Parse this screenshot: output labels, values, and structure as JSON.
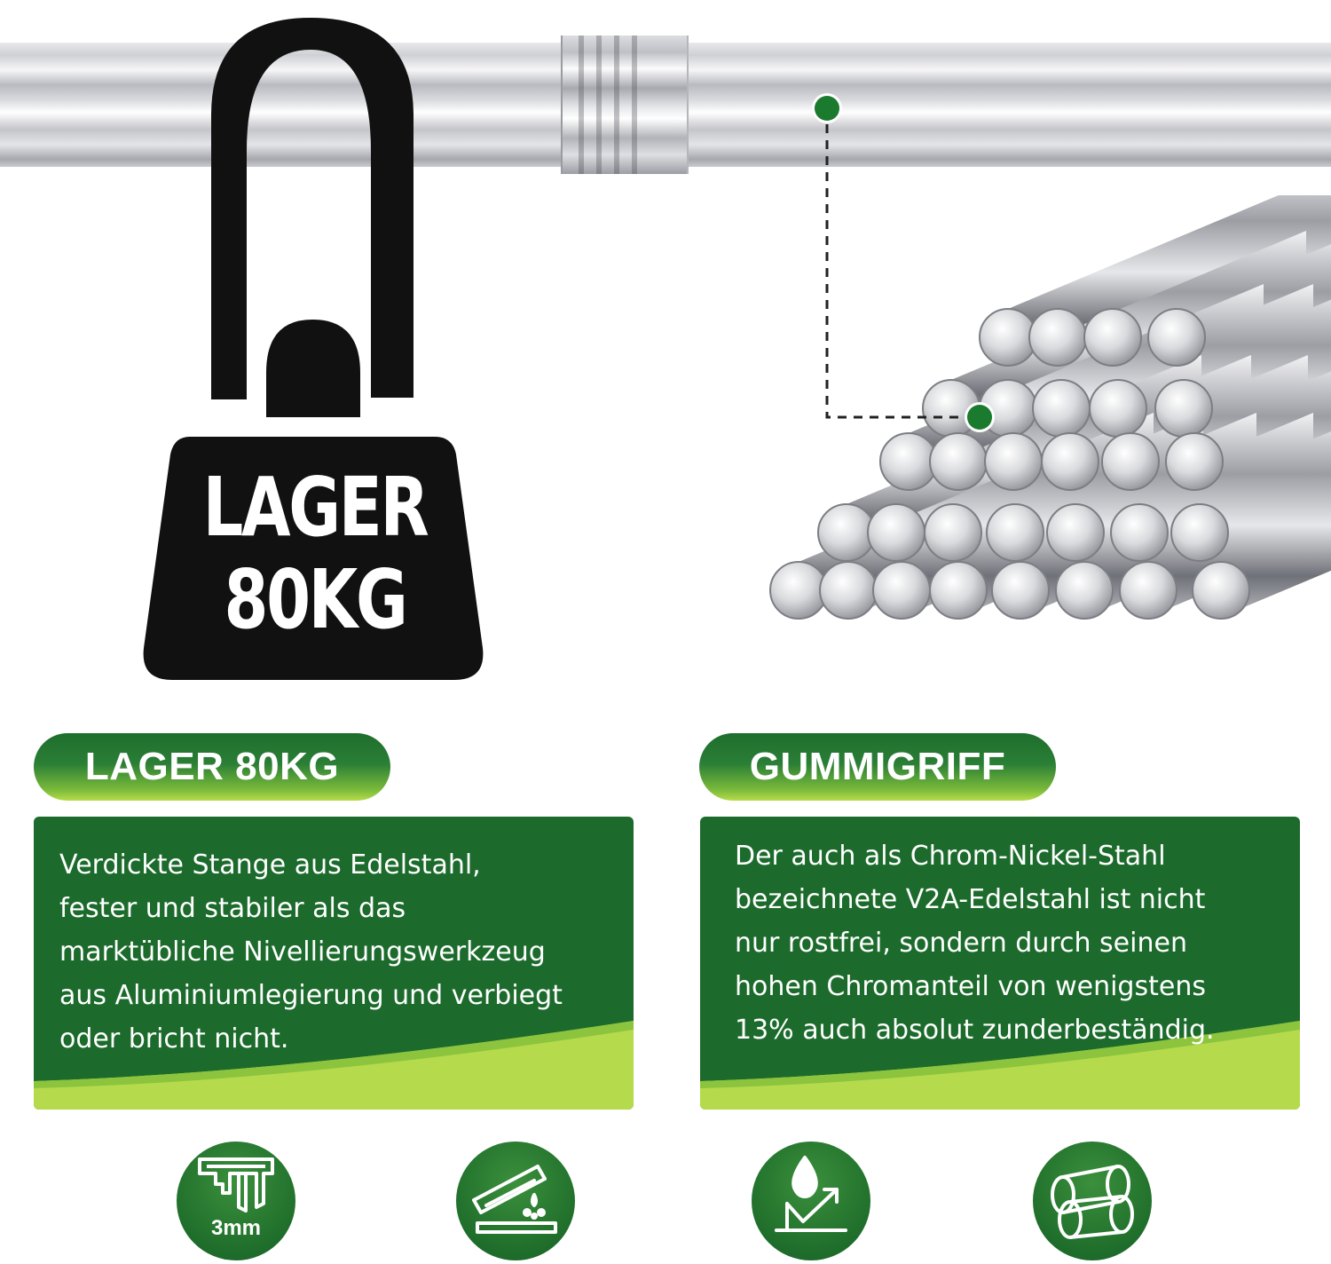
{
  "weight_badge": {
    "line1": "LAGER",
    "line2": "80KG"
  },
  "sections": [
    {
      "title": "LAGER 80KG",
      "description_lines": [
        "Verdickte Stange aus Edelstahl,",
        "fester und stabiler als das",
        "marktübliche Nivellierungswerkzeug",
        "aus Aluminiumlegierung und verbiegt",
        "oder bricht nicht."
      ]
    },
    {
      "title": "GUMMIGRIFF",
      "description_lines": [
        "Der auch als Chrom-Nickel-Stahl",
        "bezeichnete V2A-Edelstahl ist nicht",
        "nur rostfrei, sondern durch seinen",
        "hohen Chromanteil von wenigstens",
        "13% auch absolut zunderbeständig."
      ]
    }
  ],
  "feature_icons": [
    {
      "icon": "caliper-icon",
      "label": "3mm"
    },
    {
      "icon": "corrosion-test-icon",
      "label": ""
    },
    {
      "icon": "water-resistant-icon",
      "label": ""
    },
    {
      "icon": "rods-bundle-icon",
      "label": ""
    }
  ],
  "colors": {
    "brand_green": "#1c6b2c",
    "accent_lime": "#b7dc4a",
    "callout_dot": "#1a7a2e",
    "weight_black": "#111111"
  }
}
